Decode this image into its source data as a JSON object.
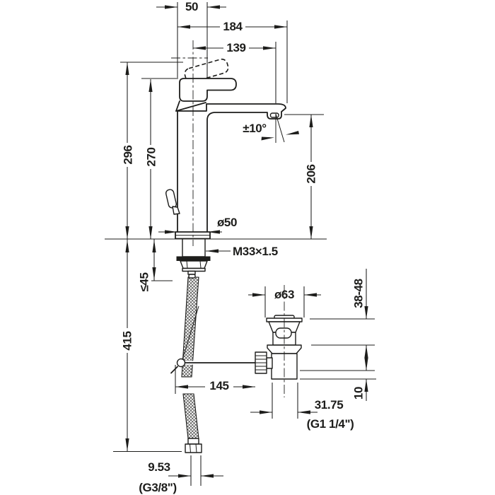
{
  "drawing": {
    "subject": "single-lever tall basin mixer with pop-up waste, dimensioned side view",
    "line_color": "#1d1d1b",
    "background_color": "#ffffff",
    "dimensions": {
      "top_width": "50",
      "total_projection": "184",
      "spout_reach": "139",
      "height_overall": "296",
      "height_to_lever": "270",
      "spout_height": "206",
      "spray_angle": "±10°",
      "body_diameter": "ø50",
      "shank_thread": "M33×1.5",
      "deck_thickness_max": "≤45",
      "hose_length": "415",
      "waste_flange_diameter": "ø63",
      "basin_thickness_range": "38-48",
      "rod_offset": "145",
      "washer_height": "10",
      "waste_tail_diameter": "31.75",
      "waste_tail_thread": "(G1 1/4\")",
      "hose_connector_diameter": "9.53",
      "hose_connector_thread": "(G3/8\")"
    }
  }
}
